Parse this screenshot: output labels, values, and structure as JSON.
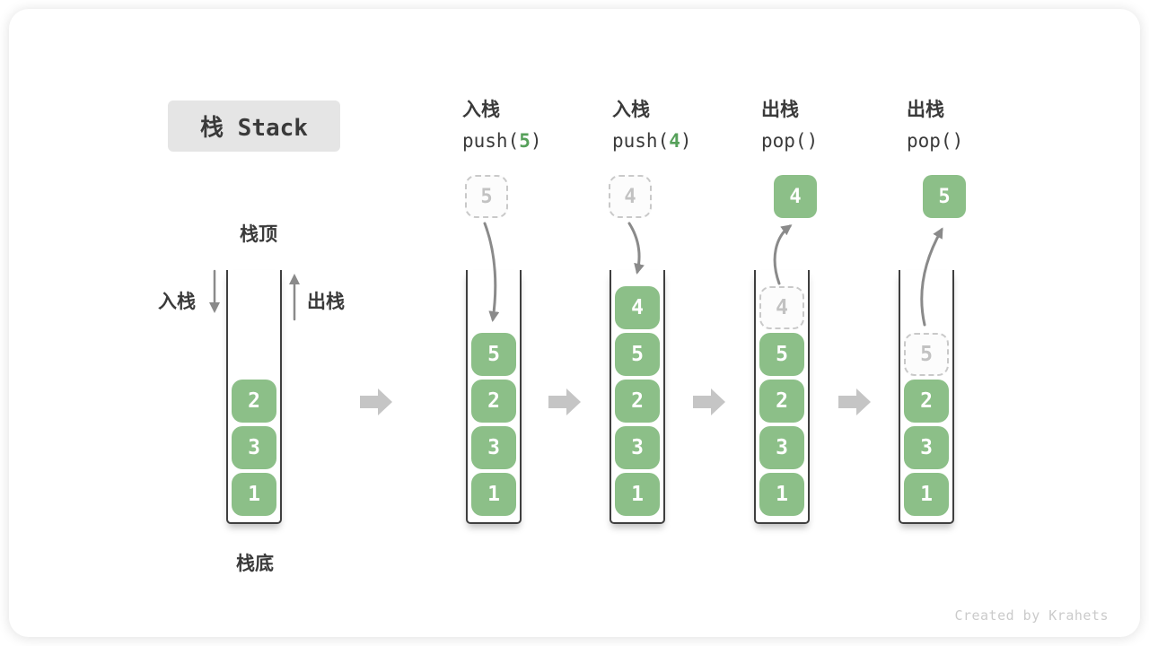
{
  "title": "栈 Stack",
  "watermark": "Created by Krahets",
  "labels": {
    "stack_top": "栈顶",
    "stack_bottom": "栈底",
    "push_side": "入栈",
    "pop_side": "出栈"
  },
  "operations": [
    {
      "cn": "入栈",
      "code_pre": "push(",
      "arg": "5",
      "code_post": ")"
    },
    {
      "cn": "入栈",
      "code_pre": "push(",
      "arg": "4",
      "code_post": ")"
    },
    {
      "cn": "出栈",
      "code_pre": "pop(",
      "arg": "",
      "code_post": ")"
    },
    {
      "cn": "出栈",
      "code_pre": "pop(",
      "arg": "",
      "code_post": ")"
    }
  ],
  "stacks": [
    {
      "name": "initial",
      "items": [
        {
          "value": "2",
          "ghost": false
        },
        {
          "value": "3",
          "ghost": false
        },
        {
          "value": "1",
          "ghost": false
        }
      ]
    },
    {
      "name": "after-push-5",
      "floating": {
        "value": "5",
        "style": "ghost"
      },
      "items": [
        {
          "value": "5",
          "ghost": false
        },
        {
          "value": "2",
          "ghost": false
        },
        {
          "value": "3",
          "ghost": false
        },
        {
          "value": "1",
          "ghost": false
        }
      ]
    },
    {
      "name": "after-push-4",
      "floating": {
        "value": "4",
        "style": "ghost"
      },
      "items": [
        {
          "value": "4",
          "ghost": false
        },
        {
          "value": "5",
          "ghost": false
        },
        {
          "value": "2",
          "ghost": false
        },
        {
          "value": "3",
          "ghost": false
        },
        {
          "value": "1",
          "ghost": false
        }
      ]
    },
    {
      "name": "after-pop-4",
      "floating": {
        "value": "4",
        "style": "solid"
      },
      "items": [
        {
          "value": "4",
          "ghost": true
        },
        {
          "value": "5",
          "ghost": false
        },
        {
          "value": "2",
          "ghost": false
        },
        {
          "value": "3",
          "ghost": false
        },
        {
          "value": "1",
          "ghost": false
        }
      ]
    },
    {
      "name": "after-pop-5",
      "floating": {
        "value": "5",
        "style": "solid"
      },
      "items": [
        {
          "value": "5",
          "ghost": true
        },
        {
          "value": "2",
          "ghost": false
        },
        {
          "value": "3",
          "ghost": false
        },
        {
          "value": "1",
          "ghost": false
        }
      ]
    }
  ],
  "colors": {
    "green": "#8CBF88",
    "code-green": "#56A05A",
    "ink": "#3A3A3A",
    "arrow-gray": "#8A8A8A",
    "block-arrow-gray": "#C5C5C5",
    "ghost-border": "#C9C9C9",
    "ghost-text": "#C2C2C2",
    "title-bg": "#E5E5E5",
    "wall": "#3F3F3F",
    "watermark": "#CBCBCB"
  }
}
